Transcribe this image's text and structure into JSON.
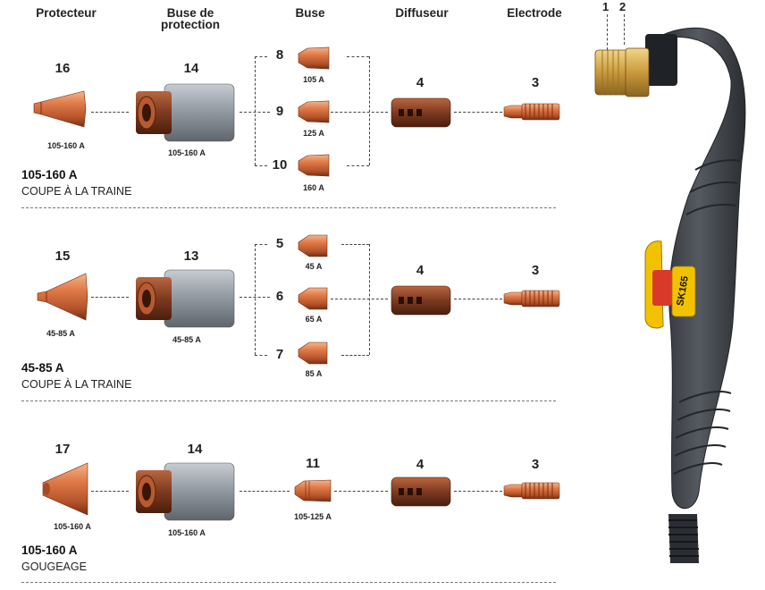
{
  "headers": {
    "protecteur": "Protecteur",
    "buse_protection": "Buse de protection",
    "buse": "Buse",
    "diffuseur": "Diffuseur",
    "electrode": "Electrode"
  },
  "torch_labels": {
    "one": "1",
    "two": "2"
  },
  "torch_model": "SK165",
  "rows": [
    {
      "protector_num": "16",
      "protector_amp": "105-160 A",
      "nozzle_prot_num": "14",
      "nozzle_prot_amp": "105-160 A",
      "nozzles": [
        {
          "num": "8",
          "amp": "105 A"
        },
        {
          "num": "9",
          "amp": "125 A"
        },
        {
          "num": "10",
          "amp": "160 A"
        }
      ],
      "diffuser_num": "4",
      "electrode_num": "3",
      "title": "105-160 A",
      "subtitle": "COUPE À LA TRAINE"
    },
    {
      "protector_num": "15",
      "protector_amp": "45-85 A",
      "nozzle_prot_num": "13",
      "nozzle_prot_amp": "45-85 A",
      "nozzles": [
        {
          "num": "5",
          "amp": "45 A"
        },
        {
          "num": "6",
          "amp": "65 A"
        },
        {
          "num": "7",
          "amp": "85 A"
        }
      ],
      "diffuser_num": "4",
      "electrode_num": "3",
      "title": "45-85 A",
      "subtitle": "COUPE À LA TRAINE"
    },
    {
      "protector_num": "17",
      "protector_amp": "105-160 A",
      "nozzle_prot_num": "14",
      "nozzle_prot_amp": "105-160 A",
      "nozzles": [
        {
          "num": "11",
          "amp": "105-125 A"
        }
      ],
      "diffuser_num": "4",
      "electrode_num": "3",
      "title": "105-160 A",
      "subtitle": "GOUGEAGE"
    }
  ],
  "colors": {
    "copper": "#c8643a",
    "copper_dark": "#8a3a1c",
    "sleeve": "#8f969f",
    "handle": "#3b3f44",
    "trigger": "#f2c200"
  }
}
